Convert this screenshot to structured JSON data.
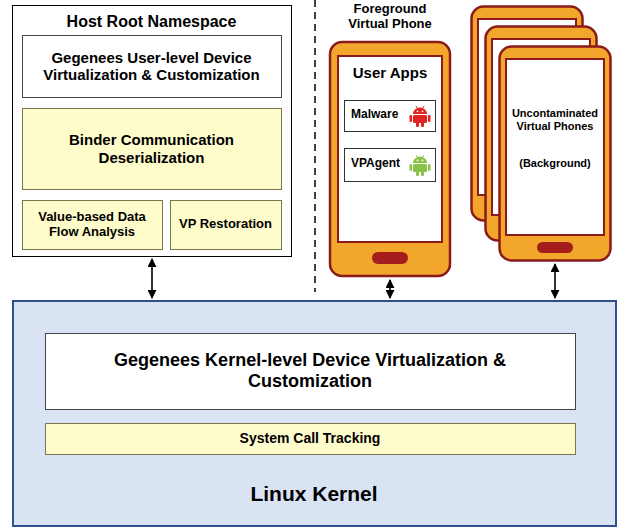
{
  "diagram": {
    "nodes": [
      {
        "text": [
          "Host Root Namespace"
        ]
      },
      {
        "text": [
          "Gegenees User-level Device Virtualization & Customization"
        ],
        "in": 0
      },
      {
        "text": [
          "Binder Communication Deserialization"
        ],
        "in": 0
      },
      {
        "text": [
          "Value-based Data Flow Analysis"
        ],
        "in": 0
      },
      {
        "text": [
          "VP Restoration"
        ],
        "in": 0
      },
      {
        "text": [
          "Foreground Virtual Phone",
          "User Apps"
        ]
      },
      {
        "text": [
          "Malware"
        ],
        "in": 5
      },
      {
        "text": [
          "VPAgent"
        ],
        "in": 5
      },
      {
        "text": [
          "Uncontaminated Virtual Phones",
          "(Background)"
        ]
      },
      {
        "text": [
          "Linux Kernel"
        ]
      },
      {
        "text": [
          "Gegenees Kernel-level Device Virtualization & Customization"
        ],
        "in": 9
      },
      {
        "text": [
          "System Call Tracking"
        ],
        "in": 9
      }
    ],
    "edges": [
      {
        "from": 0,
        "to": 9,
        "arrow": "both"
      },
      {
        "from": 5,
        "to": 9,
        "arrow": "both"
      },
      {
        "from": 8,
        "to": 9,
        "arrow": "both"
      }
    ]
  }
}
